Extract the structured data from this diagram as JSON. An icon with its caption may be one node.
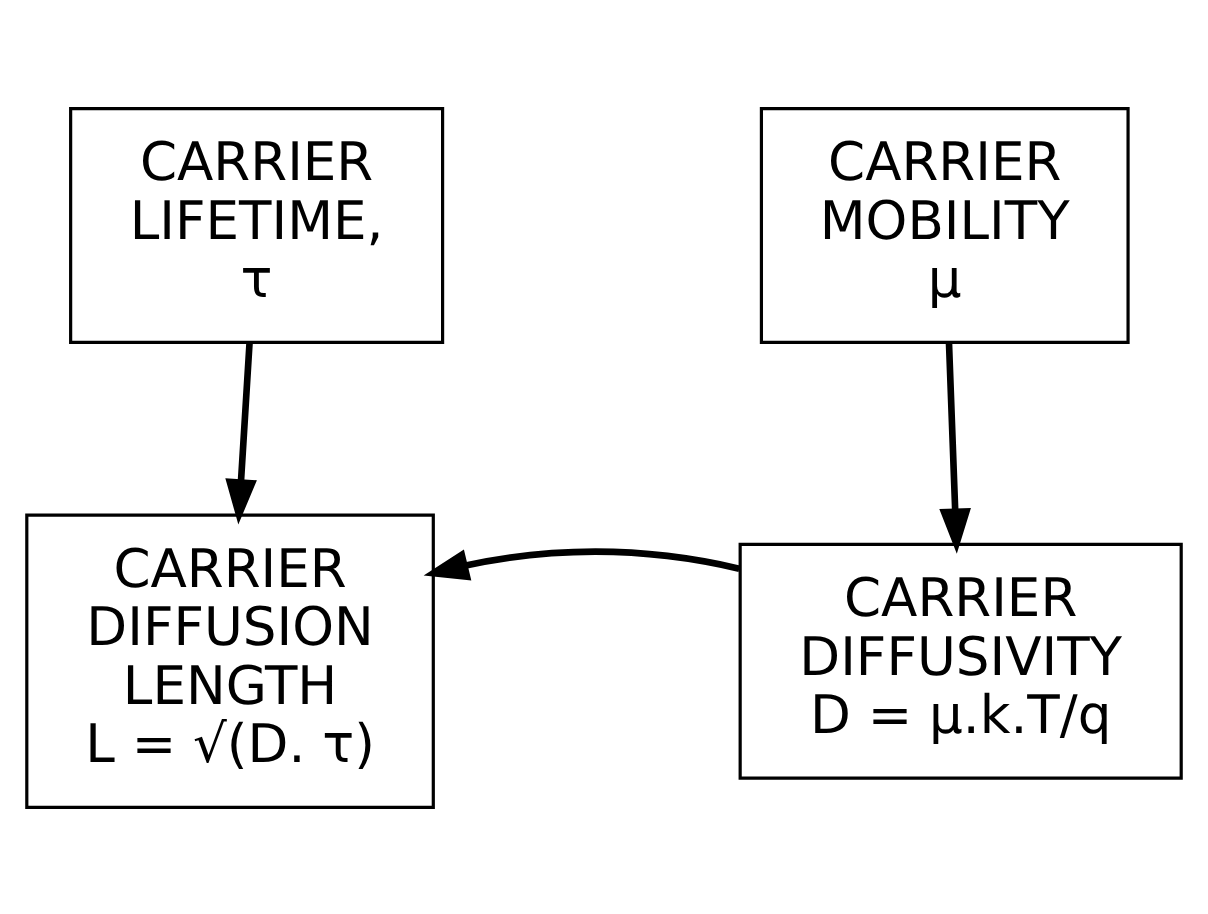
{
  "diagram": {
    "nodes": [
      {
        "text": [
          "CARRIER LIFETIME,",
          "τ"
        ]
      },
      {
        "text": [
          "CARRIER MOBILITY",
          "μ"
        ]
      },
      {
        "text": [
          "CARRIER DIFFUSION LENGTH",
          "L = √(D. τ)"
        ]
      },
      {
        "text": [
          "CARRIER DIFFUSIVITY",
          "D = μ.k.T/q"
        ]
      }
    ],
    "edges": [
      {
        "from": 0,
        "to": 2,
        "arrow": "to"
      },
      {
        "from": 1,
        "to": 3,
        "arrow": "to"
      },
      {
        "from": 3,
        "to": 2,
        "arrow": "to"
      }
    ]
  }
}
